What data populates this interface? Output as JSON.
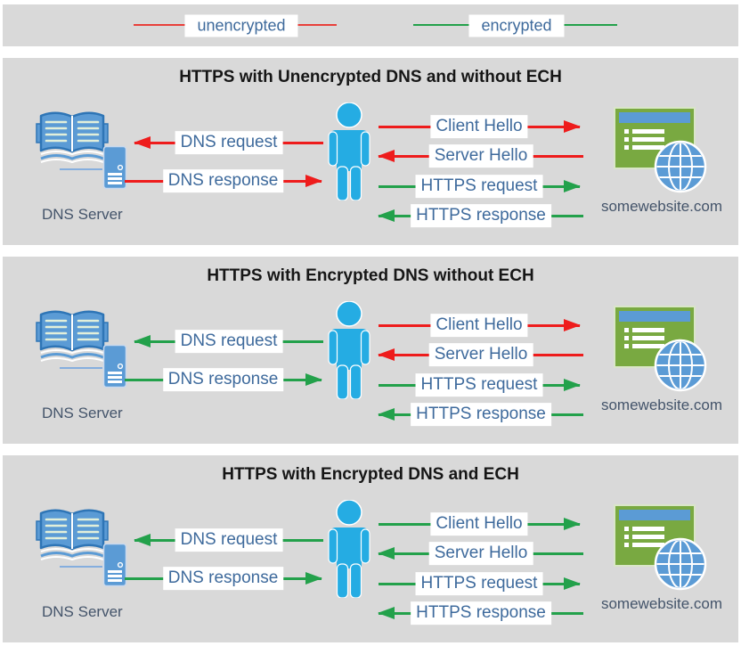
{
  "legend": {
    "items": [
      {
        "label": "unencrypted",
        "color": "#e8403a"
      },
      {
        "label": "encrypted",
        "color": "#23a14b"
      }
    ]
  },
  "colors": {
    "panel_background": "#d9d9d9",
    "unencrypted_red": "#ee1c1c",
    "encrypted_green": "#23a14b",
    "arrow_label_text": "#3e6a9c",
    "caption_text": "#44546a",
    "icon_blue": "#5b9bd5",
    "person_blue": "#25ace3",
    "website_green": "#79a941",
    "title_text": "#161616"
  },
  "icons": {
    "dns_server": "open-book-and-server-tower",
    "user": "person-silhouette",
    "website": "browser-window-with-globe",
    "arrowhead": "solid-triangle"
  },
  "panels": [
    {
      "title": "HTTPS with Unencrypted DNS and without ECH",
      "dns_server_caption": "DNS Server",
      "website_caption": "somewebsite.com",
      "arrows": {
        "dns_request": {
          "label": "DNS request",
          "direction": "left",
          "encryption": "unencrypted",
          "color": "#ee1c1c"
        },
        "dns_response": {
          "label": "DNS response",
          "direction": "right",
          "encryption": "unencrypted",
          "color": "#ee1c1c"
        },
        "client_hello": {
          "label": "Client Hello",
          "direction": "right",
          "encryption": "unencrypted",
          "color": "#ee1c1c"
        },
        "server_hello": {
          "label": "Server Hello",
          "direction": "left",
          "encryption": "unencrypted",
          "color": "#ee1c1c"
        },
        "https_request": {
          "label": "HTTPS request",
          "direction": "right",
          "encryption": "encrypted",
          "color": "#23a14b"
        },
        "https_response": {
          "label": "HTTPS response",
          "direction": "left",
          "encryption": "encrypted",
          "color": "#23a14b"
        }
      }
    },
    {
      "title": "HTTPS with Encrypted DNS without ECH",
      "dns_server_caption": "DNS Server",
      "website_caption": "somewebsite.com",
      "arrows": {
        "dns_request": {
          "label": "DNS request",
          "direction": "left",
          "encryption": "encrypted",
          "color": "#23a14b"
        },
        "dns_response": {
          "label": "DNS response",
          "direction": "right",
          "encryption": "encrypted",
          "color": "#23a14b"
        },
        "client_hello": {
          "label": "Client Hello",
          "direction": "right",
          "encryption": "unencrypted",
          "color": "#ee1c1c"
        },
        "server_hello": {
          "label": "Server Hello",
          "direction": "left",
          "encryption": "unencrypted",
          "color": "#ee1c1c"
        },
        "https_request": {
          "label": "HTTPS request",
          "direction": "right",
          "encryption": "encrypted",
          "color": "#23a14b"
        },
        "https_response": {
          "label": "HTTPS response",
          "direction": "left",
          "encryption": "encrypted",
          "color": "#23a14b"
        }
      }
    },
    {
      "title": "HTTPS with Encrypted DNS and ECH",
      "dns_server_caption": "DNS Server",
      "website_caption": "somewebsite.com",
      "arrows": {
        "dns_request": {
          "label": "DNS request",
          "direction": "left",
          "encryption": "encrypted",
          "color": "#23a14b"
        },
        "dns_response": {
          "label": "DNS response",
          "direction": "right",
          "encryption": "encrypted",
          "color": "#23a14b"
        },
        "client_hello": {
          "label": "Client Hello",
          "direction": "right",
          "encryption": "encrypted",
          "color": "#23a14b"
        },
        "server_hello": {
          "label": "Server Hello",
          "direction": "left",
          "encryption": "encrypted",
          "color": "#23a14b"
        },
        "https_request": {
          "label": "HTTPS request",
          "direction": "right",
          "encryption": "encrypted",
          "color": "#23a14b"
        },
        "https_response": {
          "label": "HTTPS response",
          "direction": "left",
          "encryption": "encrypted",
          "color": "#23a14b"
        }
      }
    }
  ]
}
